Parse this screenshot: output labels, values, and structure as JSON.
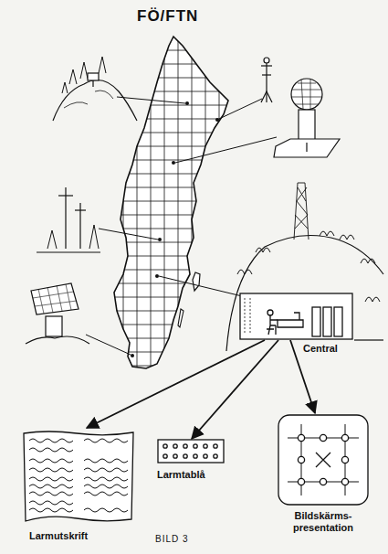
{
  "diagram": {
    "title": "FÖ/FTN",
    "caption": "BILD 3",
    "nodes": [
      {
        "text": [
          "Central"
        ]
      },
      {
        "text": [
          "Larmutskrift"
        ]
      },
      {
        "text": [
          "Larmtablå"
        ]
      },
      {
        "text": [
          "Bildskärms- presentation"
        ]
      }
    ],
    "edges": [
      {
        "from": 0,
        "to": 1,
        "arrow": "to"
      },
      {
        "from": 0,
        "to": 2,
        "arrow": "to"
      },
      {
        "from": 0,
        "to": 3,
        "arrow": "to"
      }
    ]
  }
}
